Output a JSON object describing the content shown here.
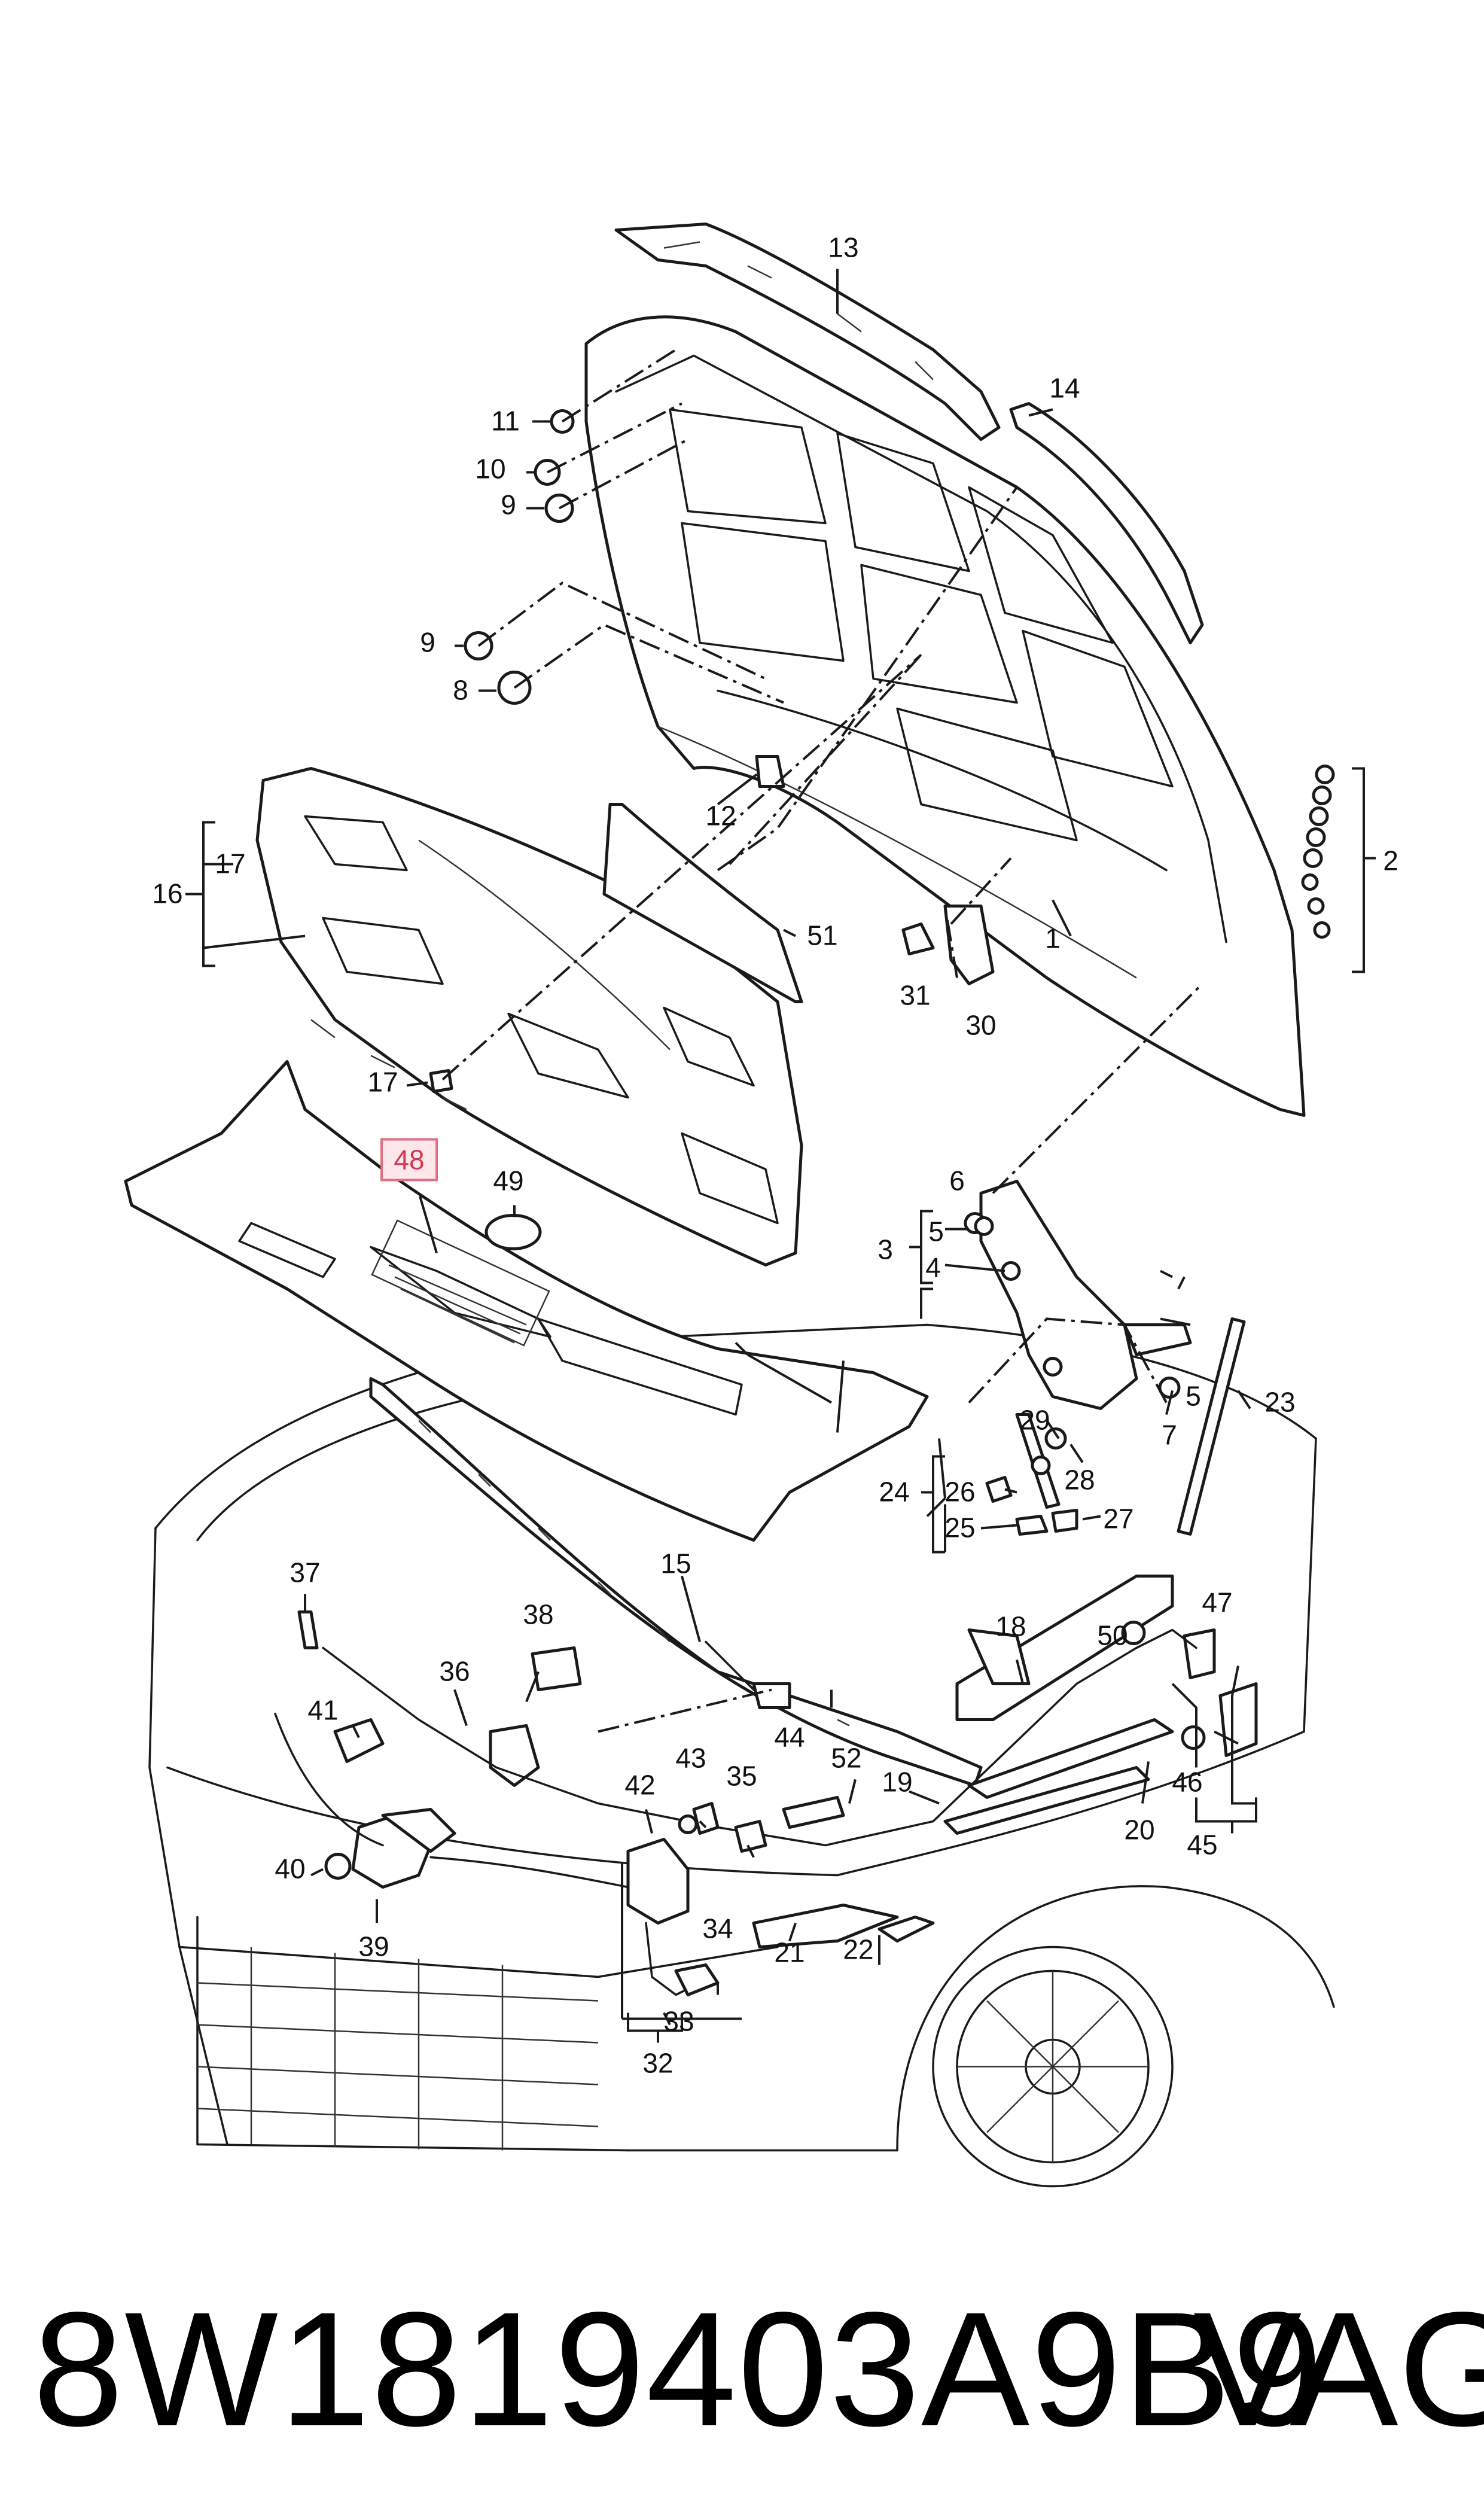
{
  "diagram": {
    "callouts": [
      {
        "id": "c1",
        "text": "1"
      },
      {
        "id": "c2",
        "text": "2"
      },
      {
        "id": "c3",
        "text": "3"
      },
      {
        "id": "c4",
        "text": "4"
      },
      {
        "id": "c5a",
        "text": "5"
      },
      {
        "id": "c5b",
        "text": "5"
      },
      {
        "id": "c6",
        "text": "6"
      },
      {
        "id": "c7",
        "text": "7"
      },
      {
        "id": "c8",
        "text": "8"
      },
      {
        "id": "c9a",
        "text": "9"
      },
      {
        "id": "c9b",
        "text": "9"
      },
      {
        "id": "c10",
        "text": "10"
      },
      {
        "id": "c11",
        "text": "11"
      },
      {
        "id": "c12",
        "text": "12"
      },
      {
        "id": "c13",
        "text": "13"
      },
      {
        "id": "c14",
        "text": "14"
      },
      {
        "id": "c15",
        "text": "15"
      },
      {
        "id": "c16",
        "text": "16"
      },
      {
        "id": "c17a",
        "text": "17"
      },
      {
        "id": "c17b",
        "text": "17"
      },
      {
        "id": "c18",
        "text": "18"
      },
      {
        "id": "c19",
        "text": "19"
      },
      {
        "id": "c20",
        "text": "20"
      },
      {
        "id": "c21",
        "text": "21"
      },
      {
        "id": "c22",
        "text": "22"
      },
      {
        "id": "c23",
        "text": "23"
      },
      {
        "id": "c24",
        "text": "24"
      },
      {
        "id": "c25",
        "text": "25"
      },
      {
        "id": "c26",
        "text": "26"
      },
      {
        "id": "c27",
        "text": "27"
      },
      {
        "id": "c28",
        "text": "28"
      },
      {
        "id": "c29",
        "text": "29"
      },
      {
        "id": "c30",
        "text": "30"
      },
      {
        "id": "c31",
        "text": "31"
      },
      {
        "id": "c32",
        "text": "32"
      },
      {
        "id": "c33",
        "text": "33"
      },
      {
        "id": "c34",
        "text": "34"
      },
      {
        "id": "c35",
        "text": "35"
      },
      {
        "id": "c36",
        "text": "36"
      },
      {
        "id": "c37",
        "text": "37"
      },
      {
        "id": "c38",
        "text": "38"
      },
      {
        "id": "c39",
        "text": "39"
      },
      {
        "id": "c40",
        "text": "40"
      },
      {
        "id": "c41",
        "text": "41"
      },
      {
        "id": "c42",
        "text": "42"
      },
      {
        "id": "c43",
        "text": "43"
      },
      {
        "id": "c44",
        "text": "44"
      },
      {
        "id": "c45",
        "text": "45"
      },
      {
        "id": "c46",
        "text": "46"
      },
      {
        "id": "c47",
        "text": "47"
      },
      {
        "id": "c49",
        "text": "49"
      },
      {
        "id": "c50",
        "text": "50"
      },
      {
        "id": "c51",
        "text": "51"
      },
      {
        "id": "c52",
        "text": "52"
      }
    ],
    "highlighted_callout": "48",
    "highlight_color": "#e0707f"
  },
  "caption": {
    "part_number": "8W1819403A9B9",
    "manufacturer": "VAG"
  }
}
